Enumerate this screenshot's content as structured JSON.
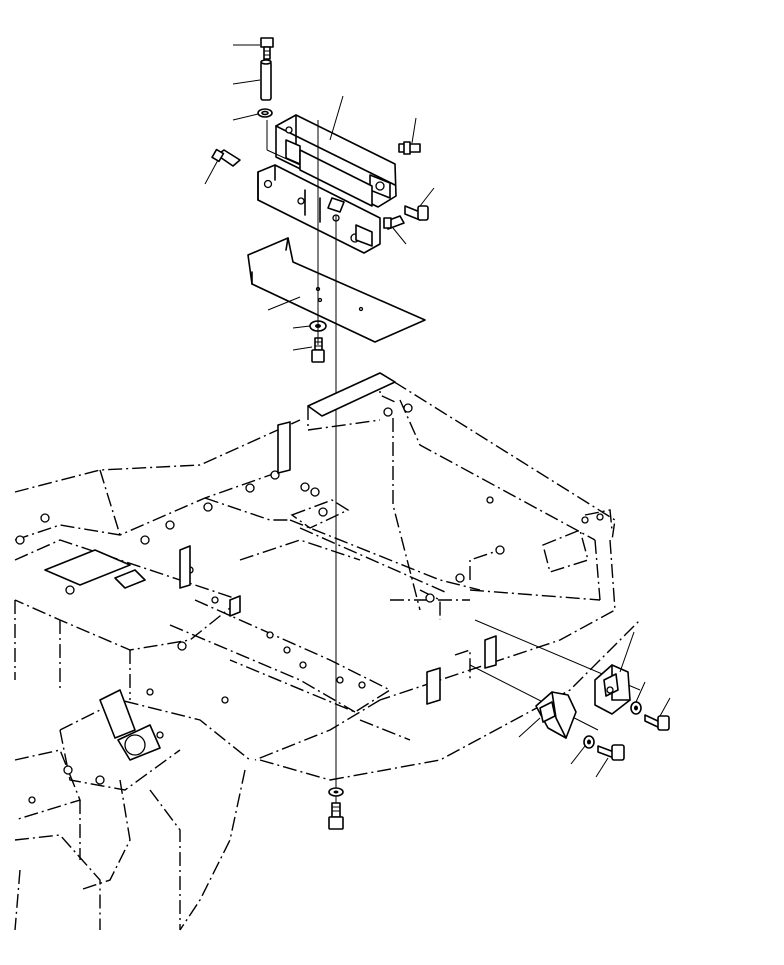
{
  "diagram": {
    "type": "exploded-parts-view",
    "callouts": [
      {
        "id": "leader-bolt-top"
      },
      {
        "id": "leader-pin"
      },
      {
        "id": "leader-washer-top"
      },
      {
        "id": "leader-bracket"
      },
      {
        "id": "leader-grease-fitting-left"
      },
      {
        "id": "leader-grease-fitting-right-top"
      },
      {
        "id": "leader-grease-fitting-right-mid"
      },
      {
        "id": "leader-grease-fitting-right-low"
      },
      {
        "id": "leader-cover-plate"
      },
      {
        "id": "leader-washer-mid"
      },
      {
        "id": "leader-bolt-mid"
      },
      {
        "id": "leader-bracket-rear"
      },
      {
        "id": "leader-washer-rear"
      },
      {
        "id": "leader-bolt-rear"
      },
      {
        "id": "leader-bracket-front"
      },
      {
        "id": "leader-washer-front"
      },
      {
        "id": "leader-bolt-front"
      }
    ]
  }
}
